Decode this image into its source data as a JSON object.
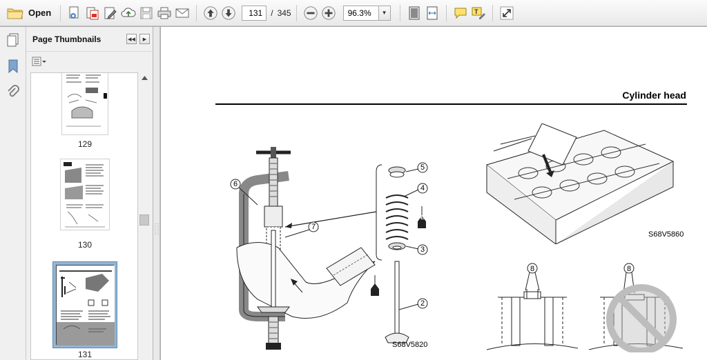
{
  "toolbar": {
    "open_label": "Open",
    "current_page": "131",
    "page_separator": "/",
    "total_pages": "345",
    "zoom": "96.3%"
  },
  "thumbnails_panel": {
    "title": "Page Thumbnails",
    "items": [
      {
        "page": "129"
      },
      {
        "page": "130"
      },
      {
        "page": "131",
        "selected": true
      }
    ]
  },
  "document": {
    "heading": "Cylinder head",
    "figure_left": {
      "id": "S68V5820",
      "callouts": [
        "6",
        "7",
        "5",
        "4",
        "3",
        "2"
      ],
      "oil_marker": "E"
    },
    "figure_right_top": {
      "id": "S68V5860"
    },
    "figure_right_bottom": {
      "callouts": [
        "8",
        "8"
      ]
    }
  },
  "colors": {
    "toolbar_bg": "#efefef",
    "panel_bg": "#f0f0f0",
    "selection": "#94b4d2",
    "doc_bg": "#ababab"
  }
}
